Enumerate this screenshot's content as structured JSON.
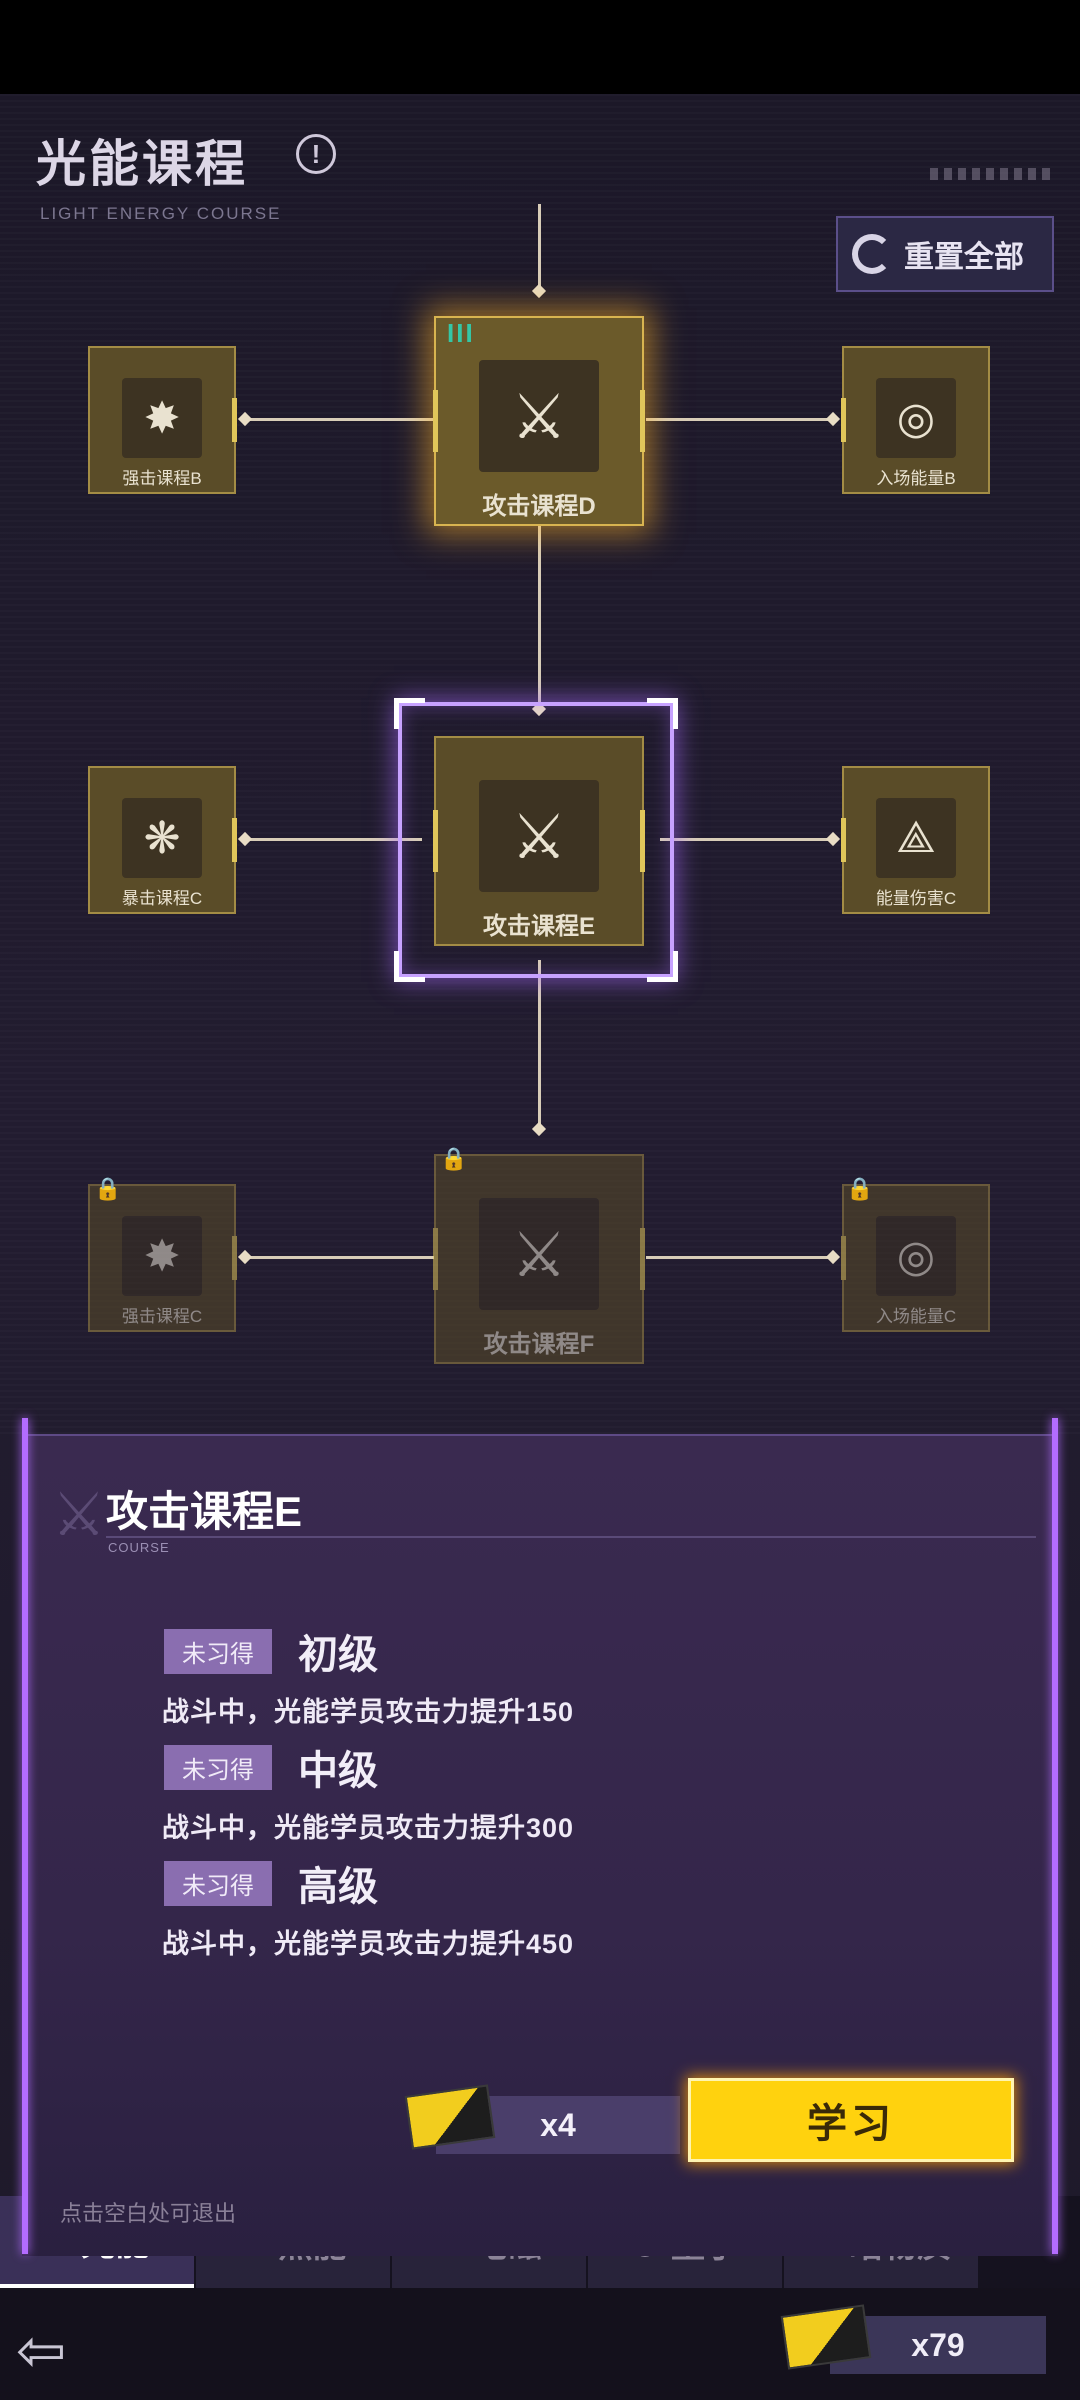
{
  "header": {
    "title": "光能课程",
    "subtitle": "LIGHT ENERGY COURSE",
    "info_glyph": "!",
    "reset_label": "重置全部"
  },
  "nodes": {
    "attack_d": {
      "label": "攻击课程D",
      "level": "III"
    },
    "strike_b": {
      "label": "强击课程B"
    },
    "entry_b": {
      "label": "入场能量B"
    },
    "attack_e": {
      "label": "攻击课程E"
    },
    "crit_c": {
      "label": "暴击课程C"
    },
    "energy_dmg_c": {
      "label": "能量伤害C"
    },
    "strike_locked": {
      "label": "强击课程C"
    },
    "attack_locked": {
      "label": "攻击课程F"
    },
    "entry_locked": {
      "label": "入场能量C"
    }
  },
  "panel": {
    "title": "攻击课程E",
    "sub": "COURSE",
    "tiers": [
      {
        "status": "未习得",
        "name": "初级",
        "desc": "战斗中，光能学员攻击力提升150"
      },
      {
        "status": "未习得",
        "name": "中级",
        "desc": "战斗中，光能学员攻击力提升300"
      },
      {
        "status": "未习得",
        "name": "高级",
        "desc": "战斗中，光能学员攻击力提升450"
      }
    ],
    "cost": "x4",
    "learn_label": "学习",
    "exit_hint": "点击空白处可退出"
  },
  "tabs": [
    {
      "label": "光能",
      "active": true
    },
    {
      "label": "热能",
      "active": false
    },
    {
      "label": "电磁",
      "active": false
    },
    {
      "label": "量子",
      "active": false
    },
    {
      "label": "暗物质",
      "active": false
    }
  ],
  "footer": {
    "currency": "x79"
  },
  "colors": {
    "accent_yellow": "#ffd20e",
    "accent_purple": "#b36cff",
    "node_gold": "#a38c45",
    "level_green": "#34c7a6"
  }
}
